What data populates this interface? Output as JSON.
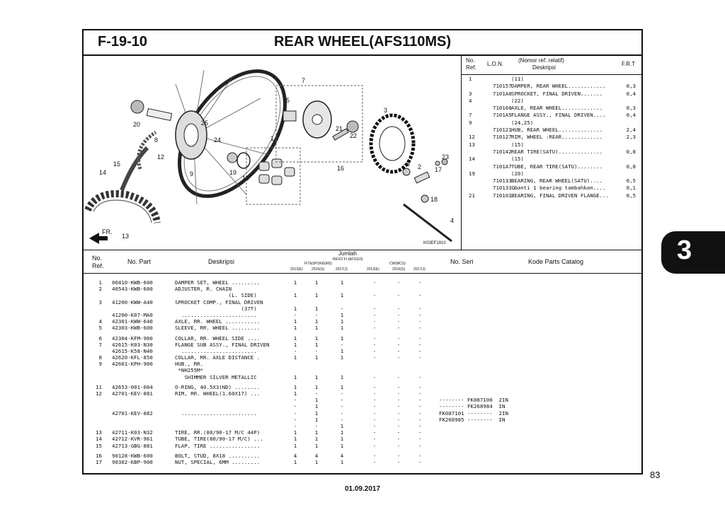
{
  "header": {
    "section_code": "F-19-10",
    "title": "REAR WHEEL(AFS110MS)"
  },
  "diagram": {
    "image_code": "K03EF1910",
    "fr_label": "FR.",
    "callouts": [
      "1",
      "2",
      "3",
      "4",
      "5",
      "6",
      "7",
      "8",
      "9",
      "10",
      "11",
      "12",
      "13",
      "14",
      "15",
      "16",
      "17",
      "18",
      "19",
      "20",
      "21",
      "22",
      "23",
      "24",
      "25"
    ]
  },
  "ref_panel": {
    "col_no_line1": "No.",
    "col_no_line2": "Ref.",
    "col_lon": "L.O.N.",
    "col_desc_line1": "(Nomor ref. relatif)",
    "col_desc_line2": "Deskripsi",
    "col_frt": "F.R.T",
    "rows": [
      {
        "no": "1",
        "lon": "",
        "desc": "(11)",
        "frt": ""
      },
      {
        "no": "",
        "lon": "710157",
        "desc": "DAMPER, REAR WHEEL............",
        "frt": "0,3"
      },
      {
        "no": "3",
        "lon": "7101A0",
        "desc": "SPROCKET, FINAL DRIVEN.......",
        "frt": "0,4"
      },
      {
        "no": "4",
        "lon": "",
        "desc": "(22)",
        "frt": ""
      },
      {
        "no": "",
        "lon": "710160",
        "desc": "AXLE, REAR WHEEL.............",
        "frt": "0,3"
      },
      {
        "no": "7",
        "lon": "7101A5",
        "desc": "FLANGE ASSY., FINAL DRIVEN....",
        "frt": "0,4"
      },
      {
        "no": "9",
        "lon": "",
        "desc": "(24,25)",
        "frt": ""
      },
      {
        "no": "",
        "lon": "710121",
        "desc": "HUB, REAR WHEEL..............",
        "frt": "2,4"
      },
      {
        "no": "12",
        "lon": "710127",
        "desc": "RIM, WHEEL :REAR.............",
        "frt": "2,3"
      },
      {
        "no": "13",
        "lon": "",
        "desc": "(15)",
        "frt": ""
      },
      {
        "no": "",
        "lon": "710142",
        "desc": "REAR TIRE(SATU)..............",
        "frt": "0,8"
      },
      {
        "no": "14",
        "lon": "",
        "desc": "(15)",
        "frt": ""
      },
      {
        "no": "",
        "lon": "7101A7",
        "desc": "TUBE, REAR TIRE(SATU)........",
        "frt": "0,8"
      },
      {
        "no": "19",
        "lon": "",
        "desc": "(20)",
        "frt": ""
      },
      {
        "no": "",
        "lon": "710133",
        "desc": "BEARING, REAR WHEEL(SATU)....",
        "frt": "0,5"
      },
      {
        "no": "",
        "lon": "710133G",
        "desc": ".Ganti 1 bearing tambahkan....",
        "frt": "0,1"
      },
      {
        "no": "21",
        "lon": "710101",
        "desc": "BEARING, FINAL DRIVEN FLANGE...",
        "frt": "0,5"
      }
    ]
  },
  "parts_header": {
    "no_ref_line1": "No.",
    "no_ref_line2": "Ref.",
    "no_part": "No. Part",
    "deskripsi": "Deskripsi",
    "jumlah": "Jumlah",
    "revo_fi": "REVO FI (AFS110)",
    "fit_spoke": "FIT&SPOKE(MS)",
    "cw": "CW(MCS)",
    "years": [
      "2013(E)",
      "2016(G)",
      "2017(J)",
      "2013(E)",
      "2016(G)",
      "2017(J)"
    ],
    "no_seri": "No. Seri",
    "kode": "Kode Parts Catalog"
  },
  "parts_rows": [
    {
      "no": "1",
      "part": "06410-KWB-600",
      "desc": "DAMPER SET, WHEEL .........",
      "q": [
        "1",
        "1",
        "1",
        "-",
        "-",
        "-"
      ],
      "seri": ""
    },
    {
      "no": "2",
      "part": "40543-KWB-600",
      "desc": "ADJUSTER, R. CHAIN",
      "q": [
        "",
        "",
        "",
        "",
        "",
        ""
      ],
      "seri": ""
    },
    {
      "no": "",
      "part": "",
      "desc": "                 (L. SIDE)",
      "q": [
        "1",
        "1",
        "1",
        "-",
        "-",
        "-"
      ],
      "seri": ""
    },
    {
      "no": "3",
      "part": "41200-KWW-A40",
      "desc": "SPROCKET COMP., FINAL DRIVEN",
      "q": [
        "",
        "",
        "",
        "",
        "",
        ""
      ],
      "seri": ""
    },
    {
      "no": "",
      "part": "",
      "desc": "                     (37T)",
      "q": [
        "1",
        "1",
        "-",
        "-",
        "-",
        "-"
      ],
      "seri": ""
    },
    {
      "no": "",
      "part": "41200-K07-MA0",
      "desc": "  ........................",
      "q": [
        "-",
        "-",
        "1",
        "-",
        "-",
        "-"
      ],
      "seri": ""
    },
    {
      "no": "4",
      "part": "42301-KWW-640",
      "desc": "AXLE, RR. WHEEL ...........",
      "q": [
        "1",
        "1",
        "1",
        "-",
        "-",
        "-"
      ],
      "seri": ""
    },
    {
      "no": "5",
      "part": "42303-KWB-600",
      "desc": "SLEEVE, RR. WHEEL .........",
      "q": [
        "1",
        "1",
        "1",
        "-",
        "-",
        "-"
      ],
      "seri": ""
    },
    {
      "gap": true
    },
    {
      "no": "6",
      "part": "42304-KFM-900",
      "desc": "COLLAR, RR. WHEEL SIDE ....",
      "q": [
        "1",
        "1",
        "1",
        "-",
        "-",
        "-"
      ],
      "seri": ""
    },
    {
      "no": "7",
      "part": "42615-K03-N30",
      "desc": "FLANGE SUB ASSY., FINAL DRIVEN",
      "q": [
        "1",
        "1",
        "-",
        "-",
        "-",
        "-"
      ],
      "seri": ""
    },
    {
      "no": "",
      "part": "42615-K58-N40",
      "desc": "  ........................",
      "q": [
        "-",
        "-",
        "1",
        "-",
        "-",
        "-"
      ],
      "seri": ""
    },
    {
      "no": "8",
      "part": "42620-KFL-850",
      "desc": "COLLAR, RR. AXLE DISTANCE .",
      "q": [
        "1",
        "1",
        "1",
        "-",
        "-",
        "-"
      ],
      "seri": ""
    },
    {
      "no": "9",
      "part": "42601-KPH-900",
      "desc": "HUB., RR.",
      "q": [
        "",
        "",
        "",
        "",
        "",
        ""
      ],
      "seri": ""
    },
    {
      "no": "",
      "part": "",
      "desc": " *NH255M*",
      "q": [
        "",
        "",
        "",
        "",
        "",
        ""
      ],
      "seri": ""
    },
    {
      "no": "",
      "part": "",
      "desc": "   SHIMMER SILVER METALLIC",
      "q": [
        "1",
        "1",
        "1",
        "-",
        "-",
        "-"
      ],
      "seri": ""
    },
    {
      "gap": true
    },
    {
      "no": "11",
      "part": "42653-001-004",
      "desc": "O-RING, 40.5X3(ND) ........",
      "q": [
        "1",
        "1",
        "1",
        "-",
        "-",
        "-"
      ],
      "seri": ""
    },
    {
      "no": "12",
      "part": "42701-KEV-881",
      "desc": "RIM, RR. WHEEL(1.60X17) ...",
      "q": [
        "1",
        "-",
        "-",
        "-",
        "-",
        "-"
      ],
      "seri": ""
    },
    {
      "no": "",
      "part": "",
      "desc": "",
      "q": [
        "-",
        "1",
        "-",
        "-",
        "-",
        "-"
      ],
      "seri": "-------- FK087100  2IN"
    },
    {
      "no": "",
      "part": "",
      "desc": "",
      "q": [
        "-",
        "1",
        "-",
        "-",
        "-",
        "-"
      ],
      "seri": "-------- FK268984  IN"
    },
    {
      "no": "",
      "part": "42701-KEV-882",
      "desc": "  ........................",
      "q": [
        "-",
        "1",
        "-",
        "-",
        "-",
        "-"
      ],
      "seri": "FK087101 --------  2IN"
    },
    {
      "no": "",
      "part": "",
      "desc": "",
      "q": [
        "-",
        "1",
        "-",
        "-",
        "-",
        "-"
      ],
      "seri": "FK268985 --------  IN"
    },
    {
      "no": "",
      "part": "",
      "desc": "",
      "q": [
        "-",
        "-",
        "1",
        "-",
        "-",
        "-"
      ],
      "seri": ""
    },
    {
      "no": "13",
      "part": "42711-K03-N32",
      "desc": "TIRE, RR.(80/90-17 M/C 44P)",
      "q": [
        "1",
        "1",
        "1",
        "-",
        "-",
        "-"
      ],
      "seri": ""
    },
    {
      "no": "14",
      "part": "42712-KVR-961",
      "desc": "TUBE, TIRE(80/90-17 M/C) ...",
      "q": [
        "1",
        "1",
        "1",
        "-",
        "-",
        "-"
      ],
      "seri": ""
    },
    {
      "no": "15",
      "part": "42713-GBG-881",
      "desc": "FLAP, TIRE ................",
      "q": [
        "1",
        "1",
        "1",
        "-",
        "-",
        "-"
      ],
      "seri": ""
    },
    {
      "gap": true
    },
    {
      "no": "16",
      "part": "90128-KWB-600",
      "desc": "BOLT, STUD, 8X18 ..........",
      "q": [
        "4",
        "4",
        "4",
        "-",
        "-",
        "-"
      ],
      "seri": ""
    },
    {
      "no": "17",
      "part": "90302-KBP-900",
      "desc": "NUT, SPECIAL, 6MM .........",
      "q": [
        "1",
        "1",
        "1",
        "-",
        "-",
        "-"
      ],
      "seri": ""
    }
  ],
  "footer": {
    "date": "01.09.2017",
    "page": "83",
    "section_tab": "3"
  }
}
